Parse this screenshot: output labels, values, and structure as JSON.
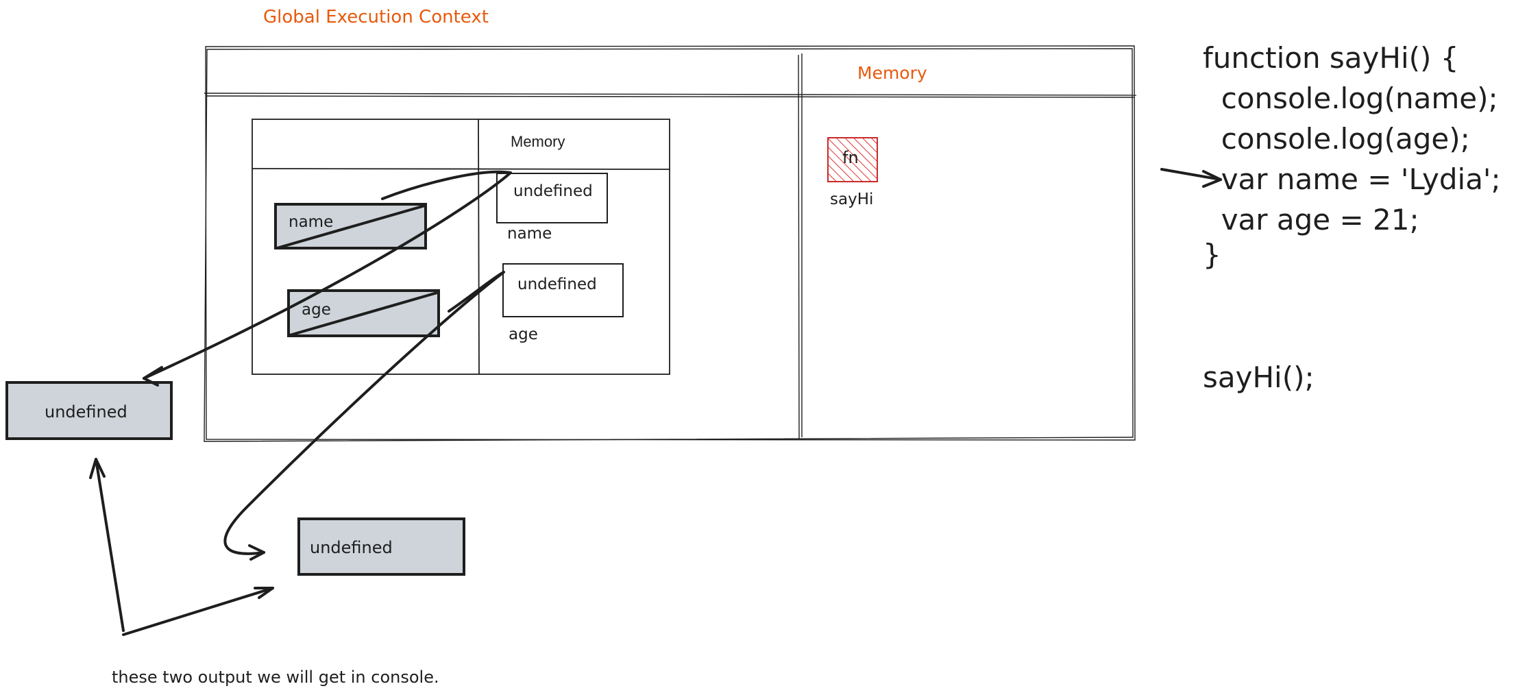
{
  "diagram": {
    "global_title": "Global Execution Context",
    "global_memory_label": "Memory",
    "inner_memory_label": "Memory",
    "memory_fn_box": "fn",
    "memory_fn_name": "sayHi",
    "name_var_label": "name",
    "age_var_label": "age",
    "name_value": "undefined",
    "name_caption": "name",
    "age_value": "undefined",
    "age_caption": "age",
    "output_1": "undefined",
    "output_2": "undefined",
    "console_note": "these two output we will get in console.",
    "colors": {
      "accent": "#e8590c",
      "fill_gray": "#ced4da",
      "hatch_red": "#e03131",
      "ink": "#1e1e1e"
    }
  },
  "code": {
    "lines": [
      "function sayHi() {",
      "  console.log(name);",
      "  console.log(age);",
      "  var name = 'Lydia';",
      "  var age = 21;",
      "}"
    ],
    "call": "sayHi();"
  }
}
